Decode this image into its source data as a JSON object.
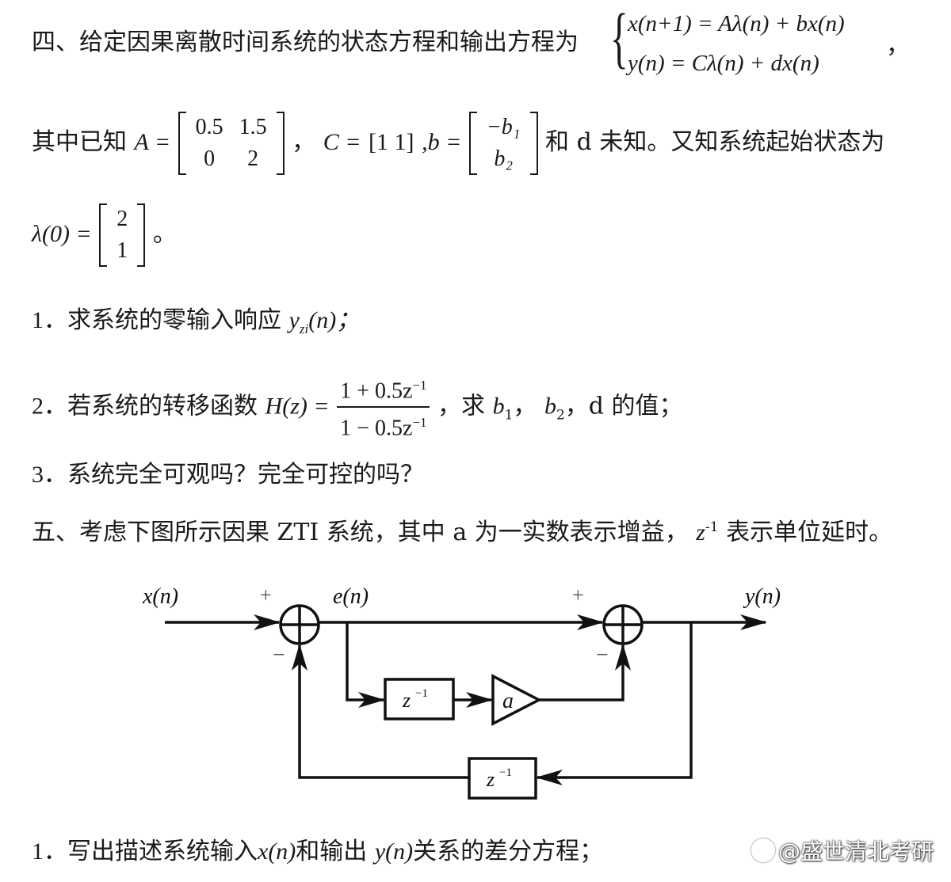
{
  "q4": {
    "intro": "四、给定因果离散时间系统的状态方程和输出方程为",
    "eq1": "x(n+1) = Aλ(n) + bx(n)",
    "eq2": "y(n) = Cλ(n) + dx(n)",
    "comma": "，",
    "known_prefix": "其中已知",
    "A_label": "A =",
    "A_matrix": [
      [
        "0.5",
        "1.5"
      ],
      [
        "0",
        "2"
      ]
    ],
    "C_label": "C =",
    "C_row": "[1   1]",
    "b_label": ",b =",
    "b_matrix": [
      [
        "−b₁"
      ],
      [
        "b₂"
      ]
    ],
    "known_suffix": "和 d 未知。又知系统起始状态为",
    "lambda0_label": "λ(0) =",
    "lambda0_matrix": [
      [
        "2"
      ],
      [
        "1"
      ]
    ],
    "period": "。",
    "sub1_num": "1．",
    "sub1_text": "求系统的零输入响应",
    "sub1_math": "y",
    "sub1_sub": "zi",
    "sub1_tail": "(n)；",
    "sub2_num": "2．",
    "sub2_text": "若系统的转移函数",
    "sub2_H": "H(z) =",
    "sub2_num_expr": "1 + 0.5z",
    "sub2_den_expr": "1 − 0.5z",
    "sup_neg1": "−1",
    "sub2_tail_a": "，求",
    "sub2_b1": "b",
    "sub2_b1_sub": "1",
    "sub2_sep": "，",
    "sub2_b2": "b",
    "sub2_b2_sub": "2",
    "sub2_tail_b": "，d 的值；",
    "sub3_num": "3．",
    "sub3_text": "系统完全可观吗？完全可控的吗？"
  },
  "q5": {
    "intro_a": "五、考虑下图所示因果 ZTI 系统，其中 a 为一实数表示增益，",
    "intro_z": "z",
    "intro_sup": "-1",
    "intro_b": "表示单位延时。",
    "diagram": {
      "input_label": "x(n)",
      "e_label": "e(n)",
      "output_label": "y(n)",
      "plus1": "+",
      "minus1": "−",
      "plus2": "+",
      "minus2": "−",
      "delay_z": "z",
      "delay_sup": "−1",
      "gain": "a",
      "sum_symbol": "+"
    },
    "sub1_num": "1．",
    "sub1_text_a": "写出描述系统输入",
    "sub1_x": "x(n)",
    "sub1_text_b": "和输出",
    "sub1_y": "y(n)",
    "sub1_text_c": "关系的差分方程；"
  },
  "watermark": {
    "text": "@盛世清北考研",
    "icon": "paw-icon"
  }
}
